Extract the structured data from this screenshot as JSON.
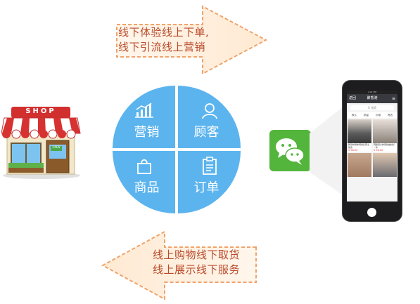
{
  "arrows": {
    "top": {
      "lines": [
        "线下体验线上下单,",
        "线下引流线上营销"
      ]
    },
    "bottom": {
      "lines": [
        "线上购物线下取货",
        "线上展示线下服务"
      ]
    }
  },
  "shop": {
    "sign": "SHOP",
    "door_sign": "OPEN"
  },
  "quadrants": [
    {
      "label": "营销",
      "icon": "bar-chart-icon"
    },
    {
      "label": "顾客",
      "icon": "person-icon"
    },
    {
      "label": "商品",
      "icon": "shopping-bag-icon"
    },
    {
      "label": "订单",
      "icon": "clipboard-icon"
    }
  ],
  "wechat": {
    "icon": "wechat-icon"
  },
  "phone": {
    "status": "4:21 PM",
    "back": "返回",
    "title": "聚香港",
    "search_placeholder": "Q 搜索",
    "filters": [
      "默认",
      "销量",
      "价格",
      "筛选"
    ],
    "products": [
      {
        "name": "新款时尚休闲衬衫男士修身",
        "price": "¥ 58.00"
      },
      {
        "name": "韩版男士休闲长袖衬衫一件",
        "price": "¥ 56.00"
      },
      {
        "name": "",
        "price": ""
      },
      {
        "name": "",
        "price": ""
      }
    ]
  },
  "colors": {
    "quad": "#5cb4ee",
    "arrow_text": "#b84a2a",
    "arrow_border": "#f0a36a",
    "wechat": "#53b53b"
  }
}
